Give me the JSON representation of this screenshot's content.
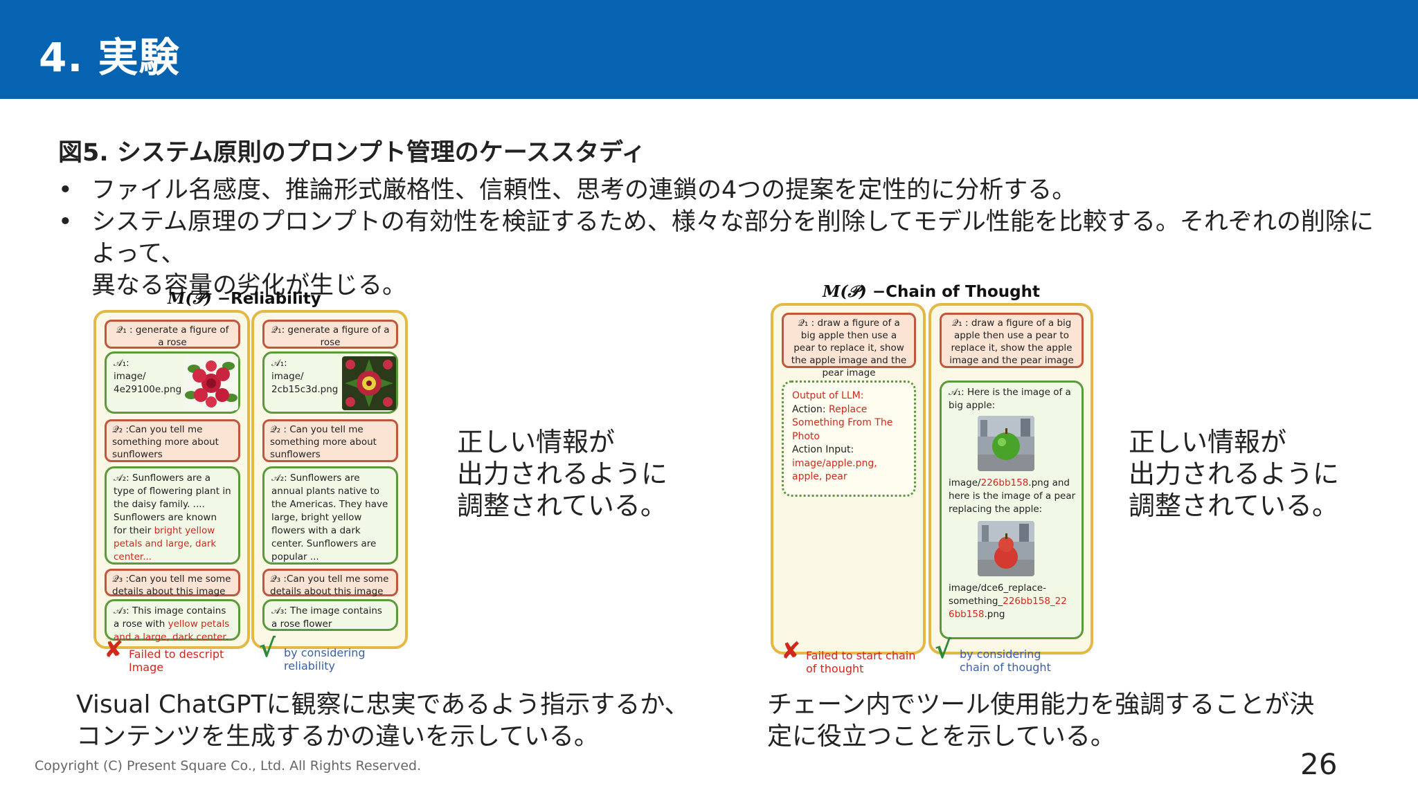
{
  "header": {
    "title": "4. 実験"
  },
  "subtitle": "図5. システム原則のプロンプト管理のケーススタディ",
  "bullets": [
    {
      "line1": "ファイル名感度、推論形式厳格性、信頼性、思考の連鎖の4つの提案を定性的に分析する。",
      "line2": ""
    },
    {
      "line1": "システム原理のプロンプトの有効性を検証するため、様々な部分を削除してモデル性能を比較する。それぞれの削除によって、",
      "line2": "異なる容量の劣化が生じる。"
    }
  ],
  "bullet_symbol": "•",
  "figure_left": {
    "title_prefix": "M(𝒫)",
    "title_suffix": " −Reliability",
    "col1": {
      "q1": "𝒬₁ : generate a figure of a rose",
      "a1_label": "𝒜₁:",
      "a1_file": "image/ 4e29100e.png",
      "q2": "𝒬₂ :Can you tell me something more about sunflowers",
      "a2_plain": "𝒜₂: Sunflowers are a type of flowering plant in the daisy family. .... Sunflowers are known for their ",
      "a2_red": "bright yellow petals and large, dark center...",
      "q3": "𝒬₃ :Can you tell me some details about this image",
      "a3_plain": "𝒜₃: This image contains a rose with ",
      "a3_red": "yellow petals and a large, dark center.",
      "status": "Failed to descript Image",
      "status_mark": "✘"
    },
    "col2": {
      "q1": "𝒬₁: generate a figure of a rose",
      "a1_label": "𝒜₁:",
      "a1_file": "image/ 2cb15c3d.png",
      "q2": "𝒬₂ : Can you tell me something more about sunflowers",
      "a2": "𝒜₂: Sunflowers are annual plants native to the Americas. They have large, bright yellow flowers with a dark center. Sunflowers are popular ...",
      "q3": "𝒬₃ :Can you tell me some details about this image",
      "a3": "𝒜₃: The image contains a rose flower",
      "status": "by considering reliability",
      "status_mark": "√"
    }
  },
  "figure_right": {
    "title_prefix": "M(𝒫)",
    "title_suffix": " −Chain of Thought",
    "col1": {
      "q1": "𝒬₁ : draw a figure of a big apple then use a pear to replace it, show the apple image and the pear image",
      "llm_heading": "Output of LLM:",
      "llm_action_label": "Action: ",
      "llm_action_value": "Replace Something From The Photo",
      "llm_input_label": "Action Input: ",
      "llm_input_value": "image/apple.png, apple, pear",
      "status": "Failed to start chain of thought",
      "status_mark": "✘"
    },
    "col2": {
      "q1": "𝒬₁ : draw a figure of a big apple then use a pear to replace it, show the apple image and the pear image",
      "a1_intro": "𝒜₁: Here is the image of a big apple:",
      "a1_file_prefix": "image/",
      "a1_file_red": "226bb158",
      "a1_file_suffix": ".png and here is the image of a pear replacing the apple:",
      "a2_file_prefix": "image/dce6_replace-something_",
      "a2_file_red": "226bb158_22 6bb158",
      "a2_file_suffix": ".png",
      "status": "by considering chain of thought",
      "status_mark": "√"
    }
  },
  "notes": {
    "left": [
      "正しい情報が",
      "出力されるように",
      "調整されている。"
    ],
    "right": [
      "正しい情報が",
      "出力されるように",
      "調整されている。"
    ]
  },
  "captions": {
    "left": [
      "Visual ChatGPTに観察に忠実であるよう指示するか、",
      "コンテンツを生成するかの違いを示している。"
    ],
    "right": [
      "チェーン内でツール使用能力を強調することが決",
      "定に役立つことを示している。"
    ]
  },
  "footer": "Copyright (C) Present Square Co., Ltd. All Rights Reserved.",
  "page_number": "26",
  "colors": {
    "header": "#0563b2",
    "bubble_border": "#c0563b",
    "answer_border": "#5b9a3a",
    "column_border": "#e3b845",
    "highlight": "#d0281c"
  }
}
